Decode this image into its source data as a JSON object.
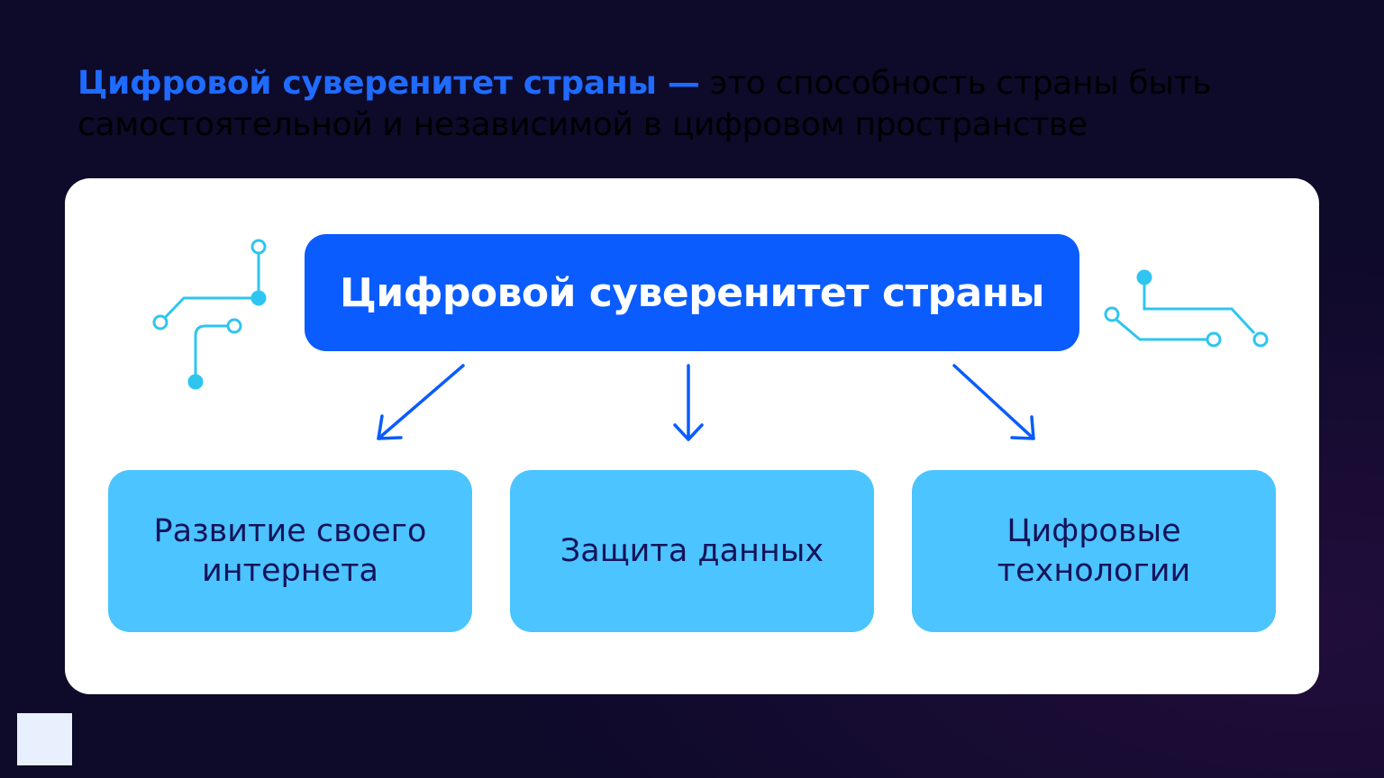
{
  "headline": {
    "accent": "Цифровой суверенитет страны —",
    "rest": "это способность страны быть самостоятельной и независимой в цифровом пространстве"
  },
  "diagram": {
    "main": "Цифровой суверенитет страны",
    "branches": [
      "Развитие своего\nинтернета",
      "Защита данных",
      "Цифровые\nтехнологии"
    ]
  },
  "colors": {
    "background": "#0d0a2a",
    "accent_blue": "#1f6bff",
    "main_box": "#0a5cff",
    "sub_box": "#4cc4ff",
    "sub_text": "#14145a",
    "circuit": "#2ec5f0",
    "arrow": "#0a5cff"
  }
}
